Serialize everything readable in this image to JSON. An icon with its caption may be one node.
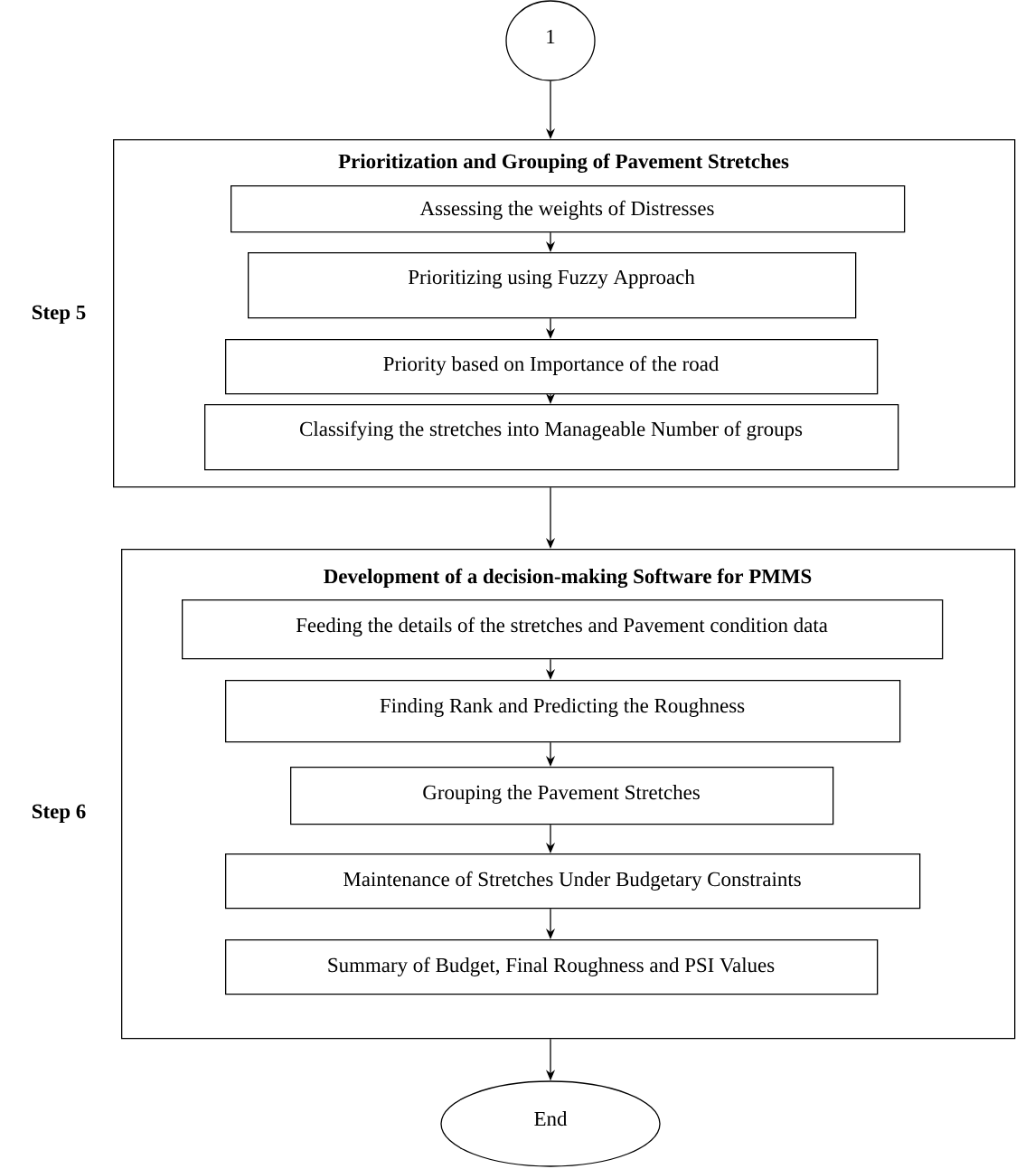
{
  "diagram": {
    "nodes": [
      {
        "text": [
          "1"
        ]
      },
      {
        "text": [
          "Prioritization and Grouping of Pavement Stretches"
        ],
        "beside": [
          "Step 5"
        ]
      },
      {
        "text": [
          "Assessing the weights of Distresses"
        ],
        "in": 1
      },
      {
        "text": [
          "Prioritizing using Fuzzy Approach"
        ],
        "in": 1
      },
      {
        "text": [
          "Priority based on Importance of the road"
        ],
        "in": 1
      },
      {
        "text": [
          "Classifying the stretches into Manageable Number of groups"
        ],
        "in": 1
      },
      {
        "text": [
          "Development of a decision-making Software for PMMS"
        ],
        "beside": [
          "Step 6"
        ]
      },
      {
        "text": [
          "Feeding the details of the stretches and Pavement condition data"
        ],
        "in": 6
      },
      {
        "text": [
          "Finding Rank and Predicting the Roughness"
        ],
        "in": 6
      },
      {
        "text": [
          "Grouping the Pavement Stretches"
        ],
        "in": 6
      },
      {
        "text": [
          "Maintenance of Stretches Under Budgetary Constraints"
        ],
        "in": 6
      },
      {
        "text": [
          "Summary of Budget, Final Roughness and PSI Values"
        ],
        "in": 6
      },
      {
        "text": [
          "End"
        ]
      }
    ],
    "edges": [
      {
        "from": 0,
        "to": 1,
        "arrow": "to"
      },
      {
        "from": 2,
        "to": 3,
        "arrow": "to"
      },
      {
        "from": 3,
        "to": 4,
        "arrow": "to"
      },
      {
        "from": 4,
        "to": 5,
        "arrow": "to"
      },
      {
        "from": 1,
        "to": 6,
        "arrow": "to"
      },
      {
        "from": 7,
        "to": 8,
        "arrow": "to"
      },
      {
        "from": 8,
        "to": 9,
        "arrow": "to"
      },
      {
        "from": 9,
        "to": 10,
        "arrow": "to"
      },
      {
        "from": 10,
        "to": 11,
        "arrow": "to"
      },
      {
        "from": 6,
        "to": 12,
        "arrow": "to"
      }
    ]
  }
}
